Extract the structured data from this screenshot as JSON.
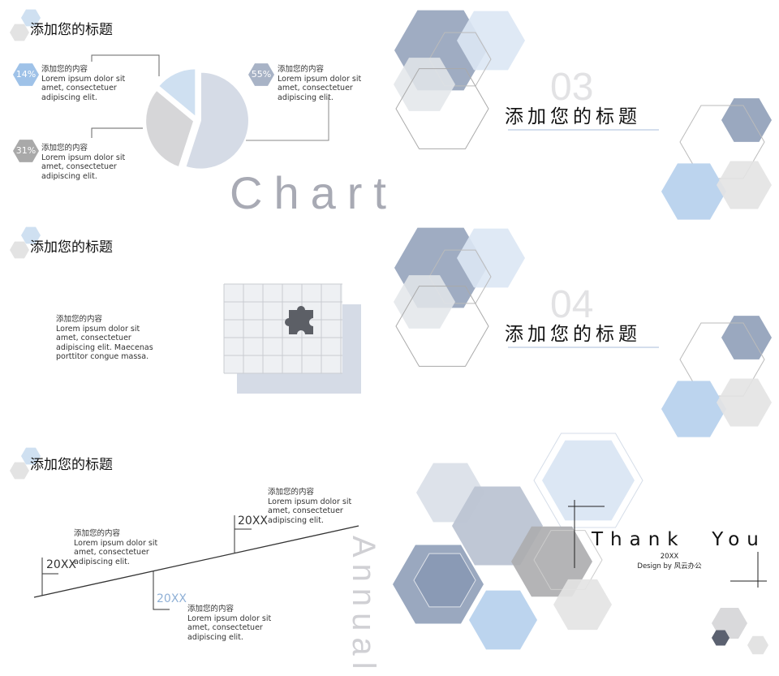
{
  "slides": [
    {
      "title": "添加您的标题",
      "watermark": "Chart",
      "items": [
        {
          "percent": "14%",
          "heading": "添加您的内容",
          "text": "Lorem ipsum dolor sit\namet, consectetuer\nadipiscing elit."
        },
        {
          "percent": "55%",
          "heading": "添加您的内容",
          "text": "Lorem ipsum dolor sit\namet, consectetuer\nadipiscing elit."
        },
        {
          "percent": "31%",
          "heading": "添加您的内容",
          "text": "Lorem ipsum dolor sit\namet, consectetuer\nadipiscing elit."
        }
      ]
    },
    {
      "number": "03",
      "title": "添加您的标题"
    },
    {
      "title": "添加您的标题",
      "heading": "添加您的内容",
      "text": "Lorem ipsum dolor sit\namet, consectetuer\nadipiscing elit. Maecenas\nporttitor congue massa."
    },
    {
      "number": "04",
      "title": "添加您的标题"
    },
    {
      "title": "添加您的标题",
      "watermark": "Annual",
      "milestones": [
        {
          "year": "20XX",
          "heading": "添加您的内容",
          "text": "Lorem ipsum dolor sit\namet, consectetuer\nadipiscing elit."
        },
        {
          "year": "20XX",
          "heading": "添加您的内容",
          "text": "Lorem ipsum dolor sit\namet, consectetuer\nadipiscing elit."
        },
        {
          "year": "20XX",
          "heading": "添加您的内容",
          "text": "Lorem ipsum dolor sit\namet, consectetuer\nadipiscing elit."
        }
      ]
    },
    {
      "title": "Thank  You",
      "year": "20XX",
      "credit": "Design by 风云办公"
    }
  ],
  "chart_data": {
    "type": "pie",
    "categories": [
      "55%",
      "31%",
      "14%"
    ],
    "values": [
      55,
      31,
      14
    ],
    "colors": [
      "#d5dbe6",
      "#d6d6d8",
      "#cfe0f1"
    ]
  },
  "colors": {
    "dark_hex": "#9aa8bf",
    "blue_hex": "#bcd4ee",
    "light_blue_hex": "#dce7f4",
    "gray_hex": "#e3e3e3"
  }
}
